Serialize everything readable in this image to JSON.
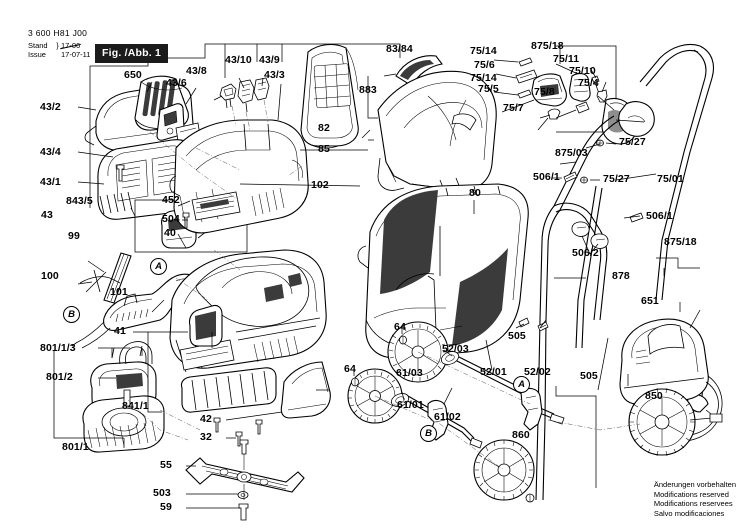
{
  "header": {
    "code": "3 600 H81 J00",
    "stand_label": "Stand",
    "issue_label": "Issue",
    "stand_value": "17-06",
    "issue_value": "17-07-11",
    "fig_label": "Fig. /Abb. 1"
  },
  "footer": {
    "line_de": "Änderungen vorbehalten",
    "line_en": "Modifications reserved",
    "line_fr": "Modifications reservees",
    "line_es": "Salvo modificaciones"
  },
  "markers": [
    {
      "id": "marker-a-left",
      "label": "A"
    },
    {
      "id": "marker-b-left",
      "label": "B"
    },
    {
      "id": "marker-a-wheels",
      "label": "A"
    },
    {
      "id": "marker-b-wheels",
      "label": "B"
    }
  ],
  "callouts": [
    {
      "id": "c-43-2",
      "label": "43/2"
    },
    {
      "id": "c-650",
      "label": "650"
    },
    {
      "id": "c-43-6",
      "label": "43/6"
    },
    {
      "id": "c-43-4",
      "label": "43/4"
    },
    {
      "id": "c-43-1",
      "label": "43/1"
    },
    {
      "id": "c-843-5",
      "label": "843/5"
    },
    {
      "id": "c-43",
      "label": "43"
    },
    {
      "id": "c-99",
      "label": "99"
    },
    {
      "id": "c-100",
      "label": "100"
    },
    {
      "id": "c-101",
      "label": "101"
    },
    {
      "id": "c-43-8",
      "label": "43/8"
    },
    {
      "id": "c-43-10",
      "label": "43/10"
    },
    {
      "id": "c-43-9",
      "label": "43/9"
    },
    {
      "id": "c-43-3",
      "label": "43/3"
    },
    {
      "id": "c-82",
      "label": "82"
    },
    {
      "id": "c-85",
      "label": "85"
    },
    {
      "id": "c-102",
      "label": "102"
    },
    {
      "id": "c-452",
      "label": "452"
    },
    {
      "id": "c-504",
      "label": "504"
    },
    {
      "id": "c-40",
      "label": "40"
    },
    {
      "id": "c-41",
      "label": "41"
    },
    {
      "id": "c-841-1",
      "label": "841/1"
    },
    {
      "id": "c-42",
      "label": "42"
    },
    {
      "id": "c-32",
      "label": "32"
    },
    {
      "id": "c-55",
      "label": "55"
    },
    {
      "id": "c-503",
      "label": "503"
    },
    {
      "id": "c-59",
      "label": "59"
    },
    {
      "id": "c-801-1-3",
      "label": "801/1/3"
    },
    {
      "id": "c-801-2",
      "label": "801/2"
    },
    {
      "id": "c-801-1",
      "label": "801/1"
    },
    {
      "id": "c-83-84",
      "label": "83/84"
    },
    {
      "id": "c-883",
      "label": "883"
    },
    {
      "id": "c-75-14a",
      "label": "75/14"
    },
    {
      "id": "c-75-6",
      "label": "75/6"
    },
    {
      "id": "c-75-14b",
      "label": "75/14"
    },
    {
      "id": "c-75-5",
      "label": "75/5"
    },
    {
      "id": "c-875-18t",
      "label": "875/18"
    },
    {
      "id": "c-75-11",
      "label": "75/11"
    },
    {
      "id": "c-75-10",
      "label": "75/10"
    },
    {
      "id": "c-75-4",
      "label": "75/4"
    },
    {
      "id": "c-75-8",
      "label": "75/8"
    },
    {
      "id": "c-75-7",
      "label": "75/7"
    },
    {
      "id": "c-75-27a",
      "label": "75/27"
    },
    {
      "id": "c-75-27b",
      "label": "75/27"
    },
    {
      "id": "c-75-01",
      "label": "75/01"
    },
    {
      "id": "c-875-03",
      "label": "875/03"
    },
    {
      "id": "c-506-1a",
      "label": "506/1"
    },
    {
      "id": "c-506-1b",
      "label": "506/1"
    },
    {
      "id": "c-506-2",
      "label": "506/2"
    },
    {
      "id": "c-878",
      "label": "878"
    },
    {
      "id": "c-875-18r",
      "label": "875/18"
    },
    {
      "id": "c-651",
      "label": "651"
    },
    {
      "id": "c-80",
      "label": "80"
    },
    {
      "id": "c-505a",
      "label": "505"
    },
    {
      "id": "c-505b",
      "label": "505"
    },
    {
      "id": "c-64a",
      "label": "64"
    },
    {
      "id": "c-64b",
      "label": "64"
    },
    {
      "id": "c-52-03",
      "label": "52/03"
    },
    {
      "id": "c-52-01",
      "label": "52/01"
    },
    {
      "id": "c-52-02",
      "label": "52/02"
    },
    {
      "id": "c-61-03",
      "label": "61/03"
    },
    {
      "id": "c-61-01",
      "label": "61/01"
    },
    {
      "id": "c-61-02",
      "label": "61/02"
    },
    {
      "id": "c-850",
      "label": "850"
    },
    {
      "id": "c-860",
      "label": "860"
    }
  ]
}
